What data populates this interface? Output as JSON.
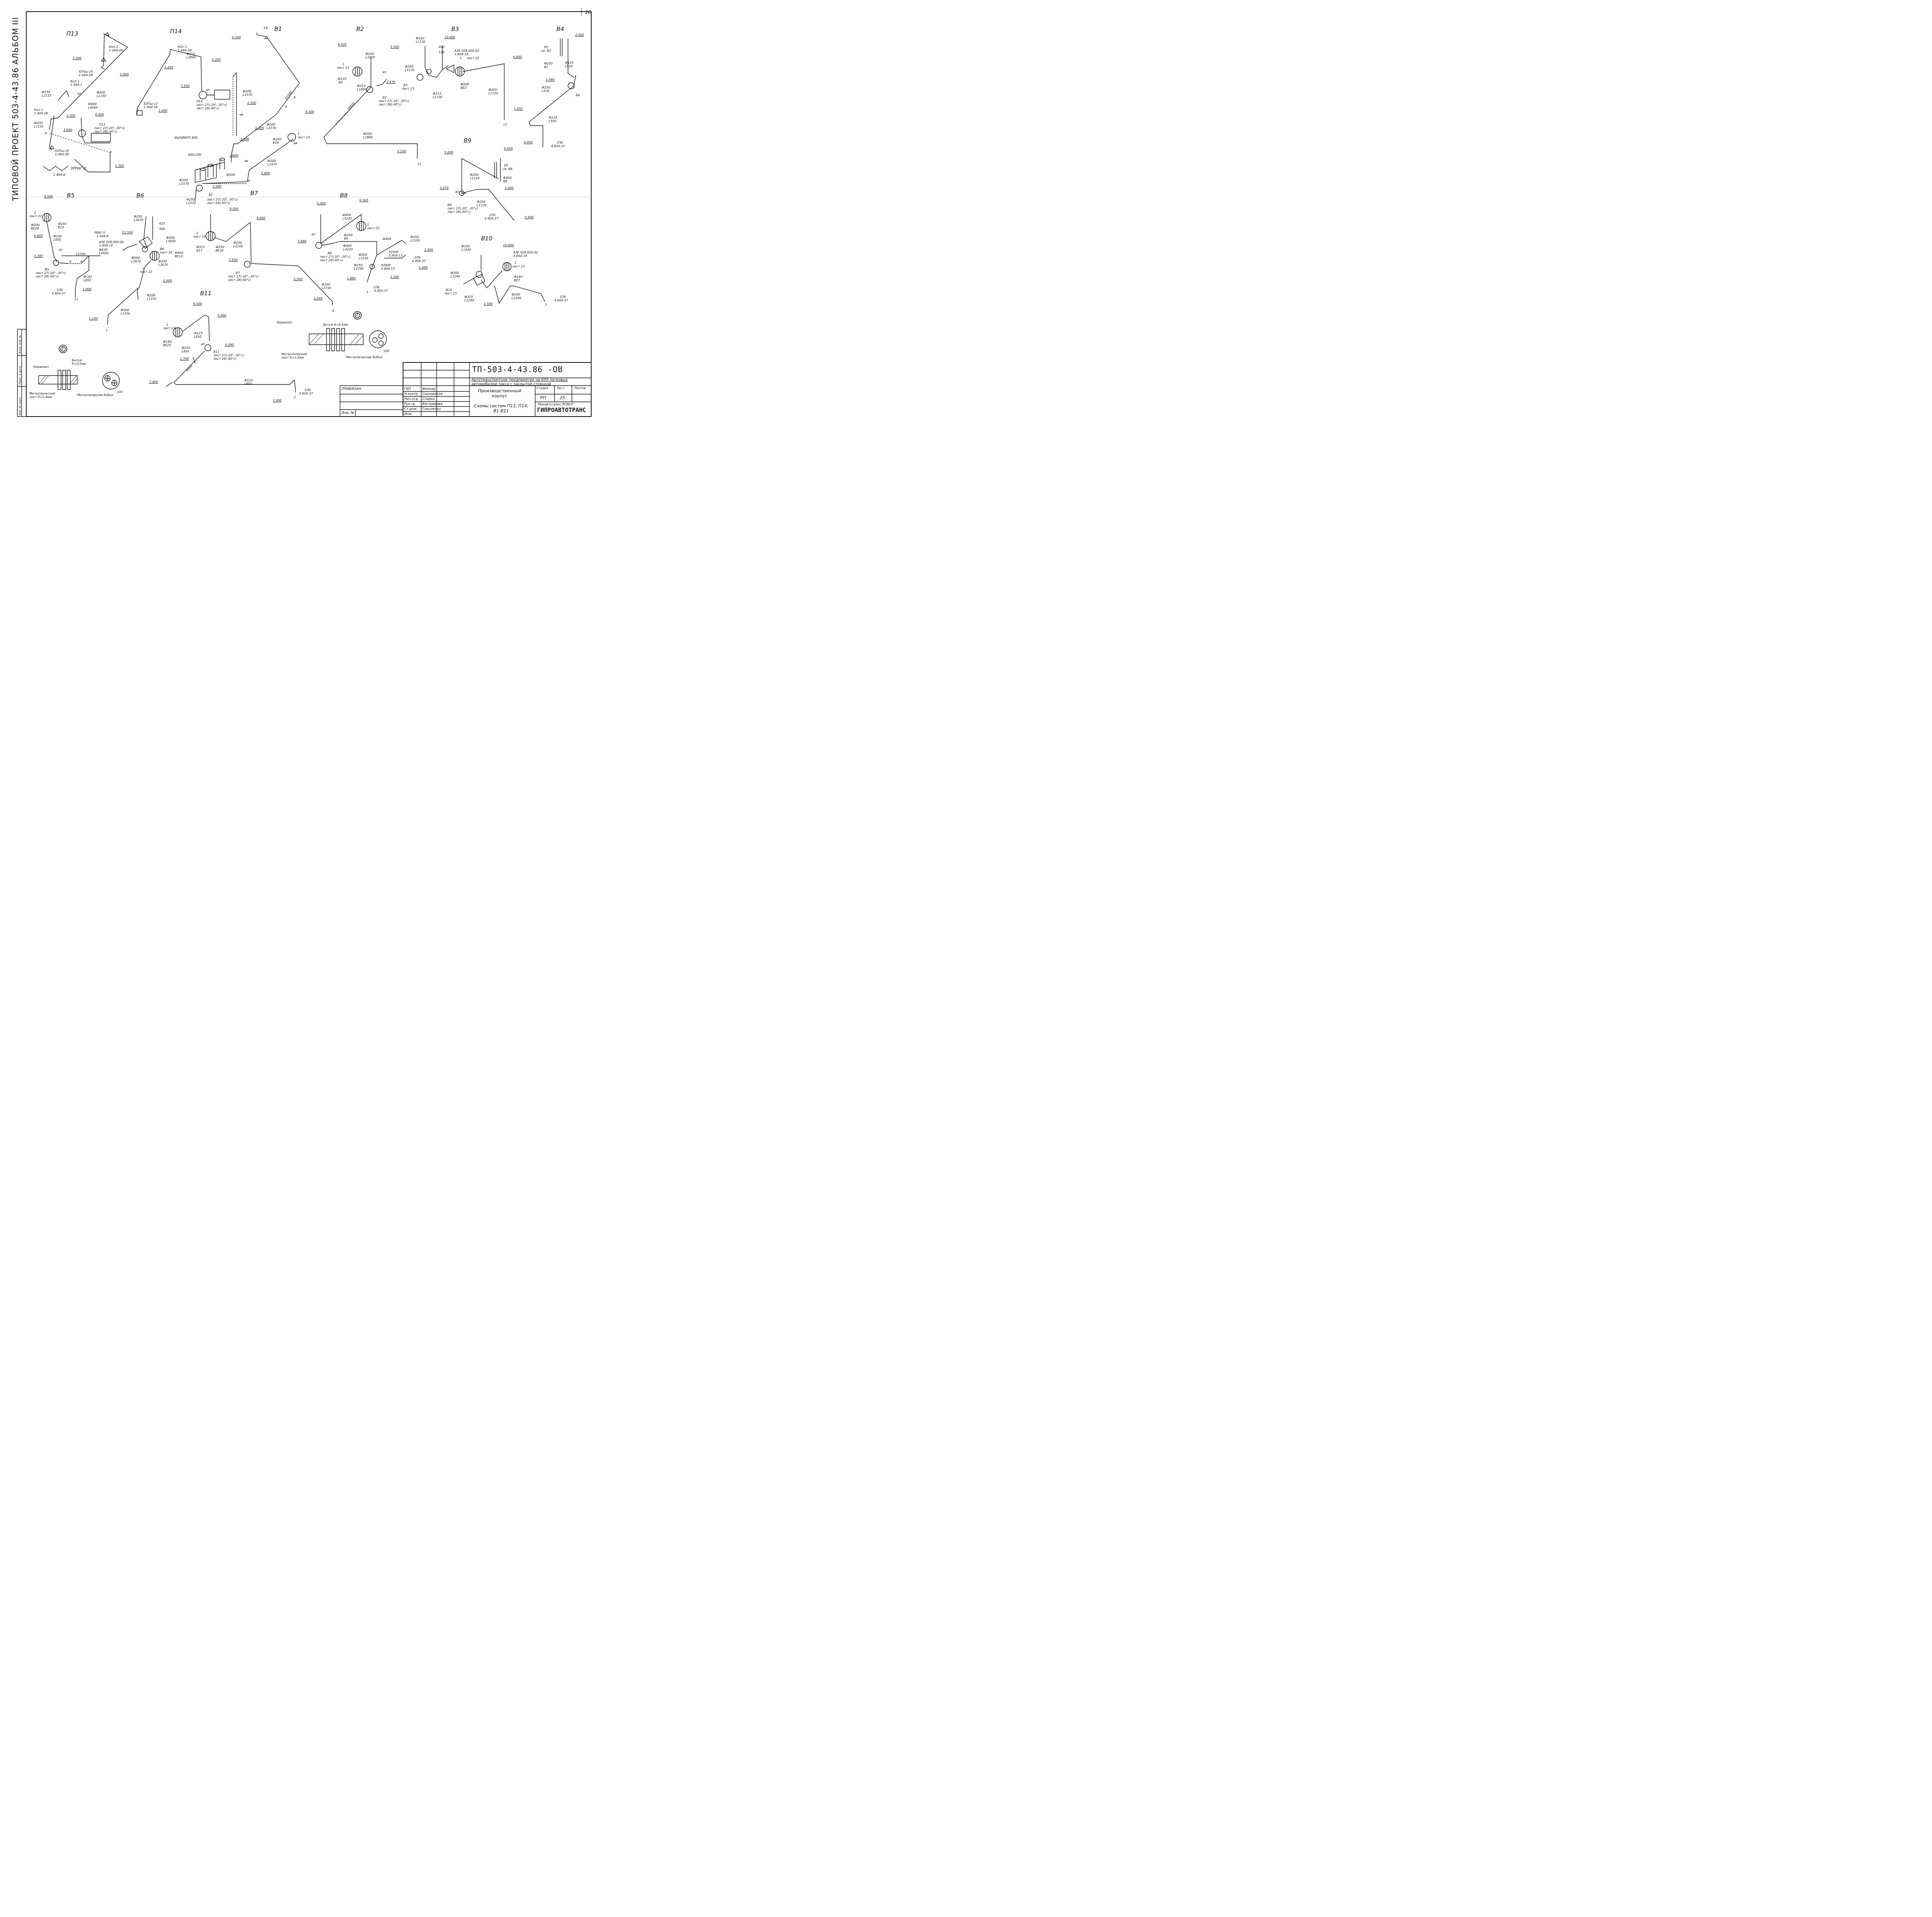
{
  "sheet": {
    "sheet_number": "26",
    "side_title": "ТИПОВОЙ  ПРОЕКТ  503-4-43.86  АЛЬБОМ III"
  },
  "systems": [
    "П13",
    "П14",
    "В1",
    "В2",
    "В3",
    "В4",
    "В5",
    "В6",
    "В7",
    "В8",
    "В9",
    "В10",
    "В11"
  ],
  "callouts": [
    "1",
    "2"
  ],
  "p13": {
    "levels": [
      "2.300",
      "1.000",
      "2.300",
      "5.500",
      "3.690",
      "2.300"
    ],
    "labels": [
      "Коп-1",
      "1.494-28",
      "83Пш-10",
      "1.494-38",
      "Коп-1",
      "1.494-1",
      "Ф250",
      "L2155",
      "ап",
      "Ф200",
      "L1150",
      "Ф400",
      "L4460",
      "Коп-1",
      "1.494-28",
      "Ф200",
      "L1155",
      "П13",
      "лист 27(-20°,-30°с)",
      "лист 28(-40°с)",
      "а",
      "83Пш-10",
      "1.494-38",
      "а",
      "3РРАГ-2",
      "1.494-8"
    ]
  },
  "p14": {
    "levels": [
      "3.450",
      "5.200",
      "3.550",
      "1.000"
    ],
    "labels": [
      "КОг-1",
      "1.494-28",
      "Ф315",
      "L2860",
      "83Пш-11",
      "1.494-38",
      "ап",
      "П14",
      "лист 27(-20°,-30°с)",
      "лист 28(-40°с)"
    ]
  },
  "v1": {
    "levels": [
      "0.350",
      "2.500",
      "9.500",
      "1.400",
      "5.200",
      "3.600",
      "5.800",
      "3.390"
    ],
    "labels": [
      "18",
      "ав",
      "21500",
      "б",
      "б",
      "Ф200",
      "L1570",
      "ав",
      "Ф200",
      "L1570",
      "1",
      "лист 23",
      "Ф200",
      "В19",
      "ав",
      "Ф200",
      "L1570",
      "ВЦНИИОТ-900",
      "400х200",
      "ав",
      "Ф200",
      "Ф200",
      "L1570",
      "б",
      "Ф250",
      "L1570",
      "В1",
      "лист 27(-20°,-30°с)",
      "лист 28(-40°с)"
    ]
  },
  "v2": {
    "levels": [
      "9.500",
      "5.500",
      "3.470",
      "2.100"
    ],
    "labels": [
      "Ф250",
      "L1800",
      "1",
      "лист 23",
      "Ф125",
      "В4",
      "ап",
      "Ф315",
      "L1800",
      "В2",
      "лист 27(-20°,-30°с)",
      "лист 28(-40°с)",
      "18500",
      "Ф200",
      "L1800",
      "12"
    ]
  },
  "v3": {
    "levels": [
      "10.600",
      "6.800",
      "1.050"
    ],
    "labels": [
      "Ф160",
      "L1130",
      "400",
      "150",
      "Ф200",
      "L1130",
      "АЗЕ 028.000-02",
      "3.904-18",
      "1",
      "лист 25",
      "В3",
      "лист 23",
      "Ф315",
      "L1130",
      "Ф500",
      "ВЕ2",
      "Ф200",
      "L1150",
      "11"
    ]
  },
  "v4": {
    "levels": [
      "3.500",
      "3.390",
      "0.955"
    ],
    "labels": [
      "УП",
      "см. В2",
      "Ф250",
      "В2",
      "Ф125",
      "L520",
      "Ф250",
      "L530",
      "В4",
      "Ф125",
      "L550",
      "1П6",
      "4.904-37"
    ]
  },
  "v5": {
    "levels": [
      "9.500",
      "6.800",
      "3.390",
      "1.000"
    ],
    "labels": [
      "2",
      "лист 23",
      "Ф200",
      "ВЕ24",
      "Ф160",
      "В15",
      "Ф160",
      "L850",
      "ап",
      "11000",
      "е",
      "е",
      "В5",
      "лист 27(-20°,-30°с)",
      "лист 28(-40°с)",
      "Ф160",
      "L850",
      "1П6",
      "4.904-37",
      "11"
    ]
  },
  "v6": {
    "levels": [
      "11.500",
      "2.500",
      "1.100"
    ],
    "labels": [
      "Ф250",
      "L2670",
      "625",
      "500",
      "РРАГ-5",
      "1.494-8",
      "АЗЕ 028.000-06",
      "3.904-18",
      "Ф630",
      "L4500",
      "Ф500",
      "L2670",
      "Ф400",
      "L4500",
      "В6",
      "лист 26",
      "Ф400",
      "ВЕ10",
      "Ф250",
      "L2670",
      "1",
      "лист 23",
      "Ф200",
      "L1335",
      "Ф200",
      "L1336",
      "1"
    ]
  },
  "v7": {
    "levels": [
      "9.500",
      "6.600",
      "3.550",
      "2.500",
      "2.050"
    ],
    "labels": [
      "2",
      "лист 23",
      "Ф250",
      "L2160",
      "Ф315",
      "В17",
      "Ф250",
      "ВЕ26",
      "В7",
      "лист 27(-20°,-30°с)",
      "лист 28(-40°с)",
      "Ф250",
      "L2150",
      "8"
    ]
  },
  "v8": {
    "levels": [
      "5.300",
      "9.500",
      "3.680",
      "2.500",
      "1.000",
      "1.160",
      "1.885"
    ],
    "labels": [
      "Ф400",
      "L4220",
      "1",
      "лист 23",
      "ап",
      "Ф200",
      "В9",
      "Ф400",
      "L4220",
      "В8",
      "лист 27(-20°,-30°с)",
      "лист 28(-40°с)",
      "Ф400",
      "Ф250",
      "L1100",
      "Ф200",
      "L1120",
      "Р250Р",
      "5.904-13",
      "Р200Р",
      "5.904-13",
      "1П9",
      "4.904-37",
      "Ф250",
      "L1700",
      "5",
      "1П6",
      "4.904-37"
    ]
  },
  "v9": {
    "levels": [
      "5.800",
      "9.500",
      "3.470",
      "2.500",
      "0.900"
    ],
    "labels": [
      "УП",
      "см. В8",
      "Ф200",
      "L1120",
      "Ф400",
      "В8",
      "ап",
      "В9",
      "лист 27(-20°,-30°с)",
      "лист 28(-40°с)",
      "Ф200",
      "L1120",
      "1П6",
      "4.904-37"
    ]
  },
  "v10": {
    "levels": [
      "10.600",
      "2.500"
    ],
    "labels": [
      "Ф160",
      "L1240",
      "АЗЕ 028.000-02",
      "3.904-18",
      "1",
      "лист 23",
      "Ф200",
      "L1240",
      "Ф180",
      "ВЕ7",
      "В10",
      "лист 23",
      "Ф315",
      "L1240",
      "Ф200",
      "L1240",
      "1П9",
      "4.904-37",
      "5"
    ]
  },
  "v11": {
    "levels": [
      "9.500",
      "5.000",
      "3.390",
      "2.700",
      "2.400",
      "1.000"
    ],
    "labels": [
      "1",
      "лист 23",
      "Ф125",
      "L850",
      "Ф160",
      "ВЕ22",
      "Ф250",
      "L850",
      "ап",
      "В11",
      "лист 27(-20°,-30°с)",
      "лист 28(-40°с)",
      "8500",
      "Ф125",
      "L850",
      "1П6",
      "4.904-37",
      "3"
    ]
  },
  "detail1": {
    "labels": [
      "Керамзит",
      "Битум",
      "б=0,5мм",
      "Металлический",
      "лист б=1,4мм",
      "Металлические бобки",
      "100"
    ]
  },
  "detail2": {
    "labels": [
      "Керамзит",
      "Битум б=0,5мм",
      "Металлический",
      "лист б=1,4мм",
      "Металлические бобки",
      "100"
    ]
  },
  "title_block": {
    "code": "ТП-503-4-43.86   -ОВ",
    "project": "Автотранспортное предприятие на 650 легковых автомобилей-такси с закрытой стоянкой",
    "building": "Производственный корпус",
    "sheet_title": "Схемы систем П13, П14; В1-В11",
    "org": "ГИПРОАВТОТРАНС",
    "org_top": "Минавтотранс РСФСР",
    "stage": "РП",
    "sheet": "25",
    "headers": [
      "Стадия",
      "Лист",
      "Листов"
    ],
    "privyazan": "ПРИВЯЗАН:",
    "inv_no": "Инв. №",
    "roles": [
      "ГИП",
      "Н.контр.",
      "Нач.отд.",
      "Рук.гр.",
      "Ст.инж.",
      "Инж."
    ],
    "names": [
      "Финкер",
      "Сахновская",
      "Спирко",
      "Вострикова",
      "Соколенко",
      ""
    ]
  },
  "left_strip": {
    "labels": [
      "Инв. № подл.",
      "Подп. и дата",
      "Взам. инв. №"
    ]
  }
}
